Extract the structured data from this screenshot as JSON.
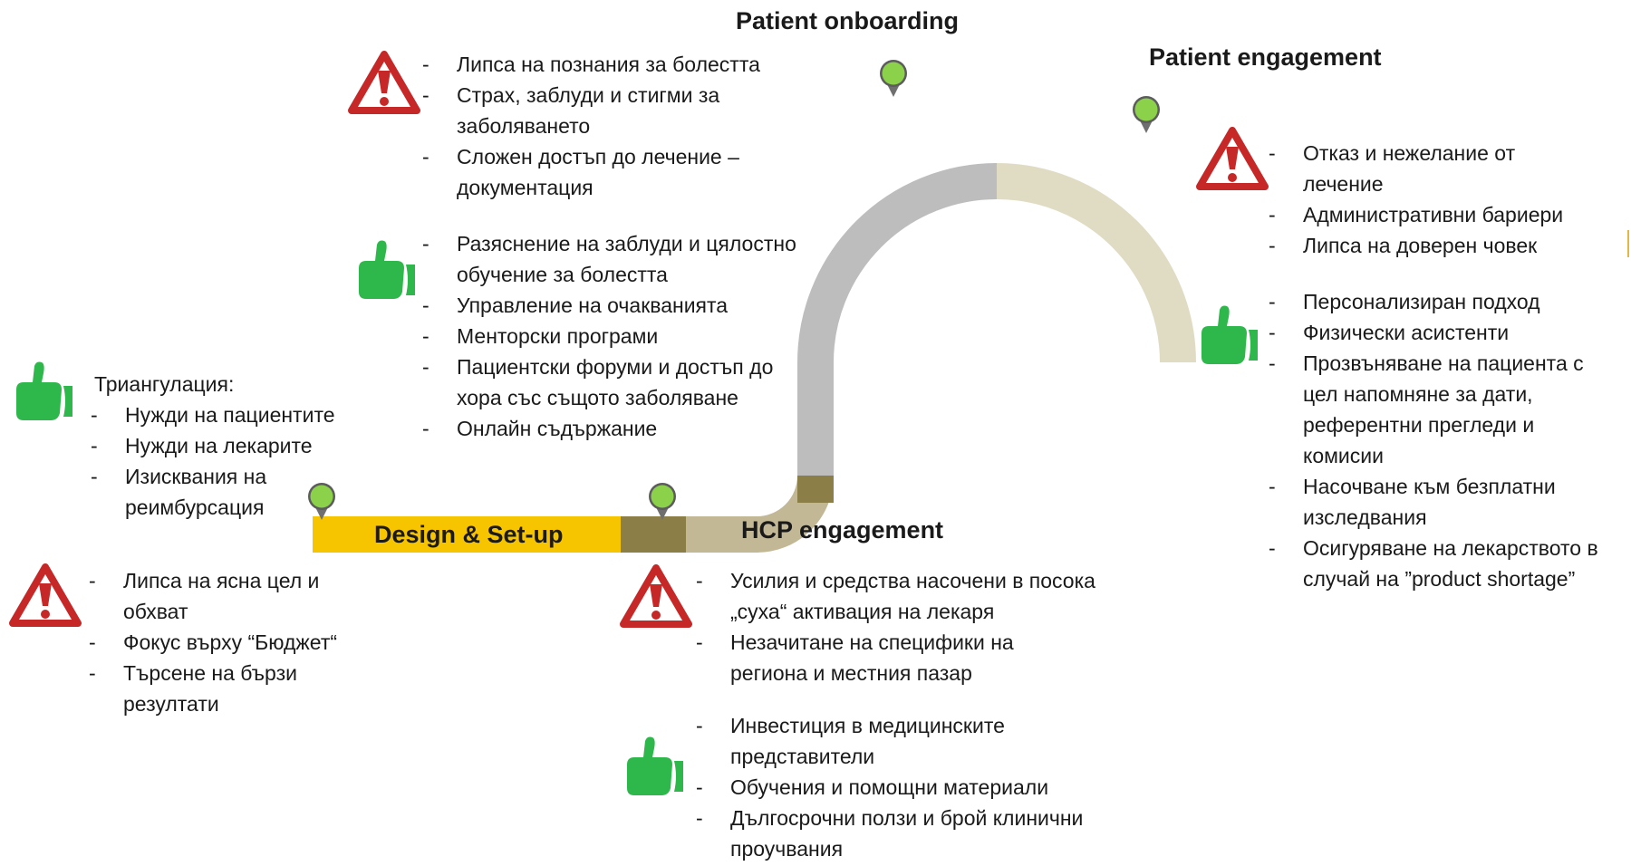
{
  "stages": {
    "design": "Design & Set-up",
    "hcp": "HCP engagement",
    "onboarding": "Patient onboarding",
    "engagement": "Patient engagement"
  },
  "design": {
    "pros_intro": "Триангулация:",
    "pros": [
      "Нужди на пациентите",
      "Нужди на лекарите",
      "Изисквания на реимбурсация"
    ],
    "cons": [
      "Липса на ясна цел и обхват",
      "Фокус върху “Бюджет“",
      "Търсене на бързи резултати"
    ]
  },
  "onboarding": {
    "cons": [
      "Липса на познания за болестта",
      "Страх, заблуди и стигми за заболяването",
      "Сложен достъп до лечение – документация"
    ],
    "pros": [
      "Разяснение на заблуди и цялостно обучение за болестта",
      "Управление на очакванията",
      "Менторски програми",
      "Пациентски форуми и достъп до хора със същото заболяване",
      "Онлайн съдържание"
    ]
  },
  "hcp": {
    "cons": [
      "Усилия и средства насочени в посока „суха“ активация на лекаря",
      "Незачитане на специфики на региона и местния пазар"
    ],
    "pros": [
      "Инвестиция в медицинските представители",
      "Обучения и помощни материали",
      "Дългосрочни ползи и брой клинични проучвания"
    ]
  },
  "engagement": {
    "cons": [
      "Отказ и нежелание от лечение",
      "Административни бариери",
      "Липса на доверен човек"
    ],
    "pros": [
      "Персонализиран подход",
      "Физически асистенти",
      "Прозвъняване на пациента с цел напомняне за дати, референтни прегледи и комисии",
      "Насочване към безплатни изследвания",
      "Осигуряване на лекарството в случай на ”product shortage”"
    ]
  },
  "icons": [
    "warning-triangle-icon",
    "thumbs-up-icon",
    "location-pin-icon"
  ],
  "colors": {
    "design_bar": "#f7c400",
    "olive": "#8b7f47",
    "khaki": "#c2b896",
    "grey_path": "#bdbdbd",
    "beige_path": "#e0dcc4",
    "warning_red": "#c62828",
    "thumb_green": "#2eb84b",
    "pin_green": "#8bd14a"
  }
}
